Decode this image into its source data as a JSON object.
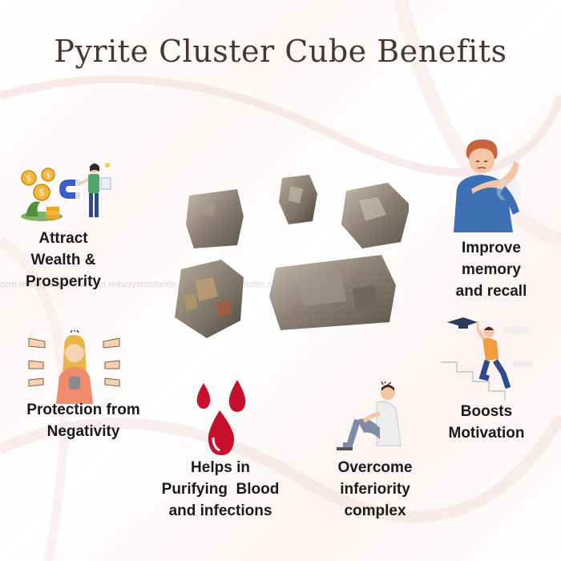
{
  "title": "Pyrite Cluster Cube Benefits",
  "watermark": "com reikicrystalsforlife.com reikicrystalsforlife.com reikicrystalsforlife.com reikicrystalsforlife.com",
  "benefits": {
    "wealth": [
      "Attract",
      "Wealth &",
      "Prosperity"
    ],
    "memory": [
      "Improve",
      "memory",
      "and recall"
    ],
    "protection": [
      "Protection from",
      "Negativity"
    ],
    "motivation": [
      "Boosts",
      "Motivation"
    ],
    "blood": [
      "Helps in",
      "Purifying  Blood",
      "and infections"
    ],
    "inferiority": [
      "Overcome",
      "inferiority",
      "complex"
    ]
  },
  "colors": {
    "title": "#4a3630",
    "blood": "#c8102e",
    "shirt_blue": "#3d6fb5",
    "shirt_orange": "#f29a3c",
    "pyrite": "#8a7f72"
  }
}
